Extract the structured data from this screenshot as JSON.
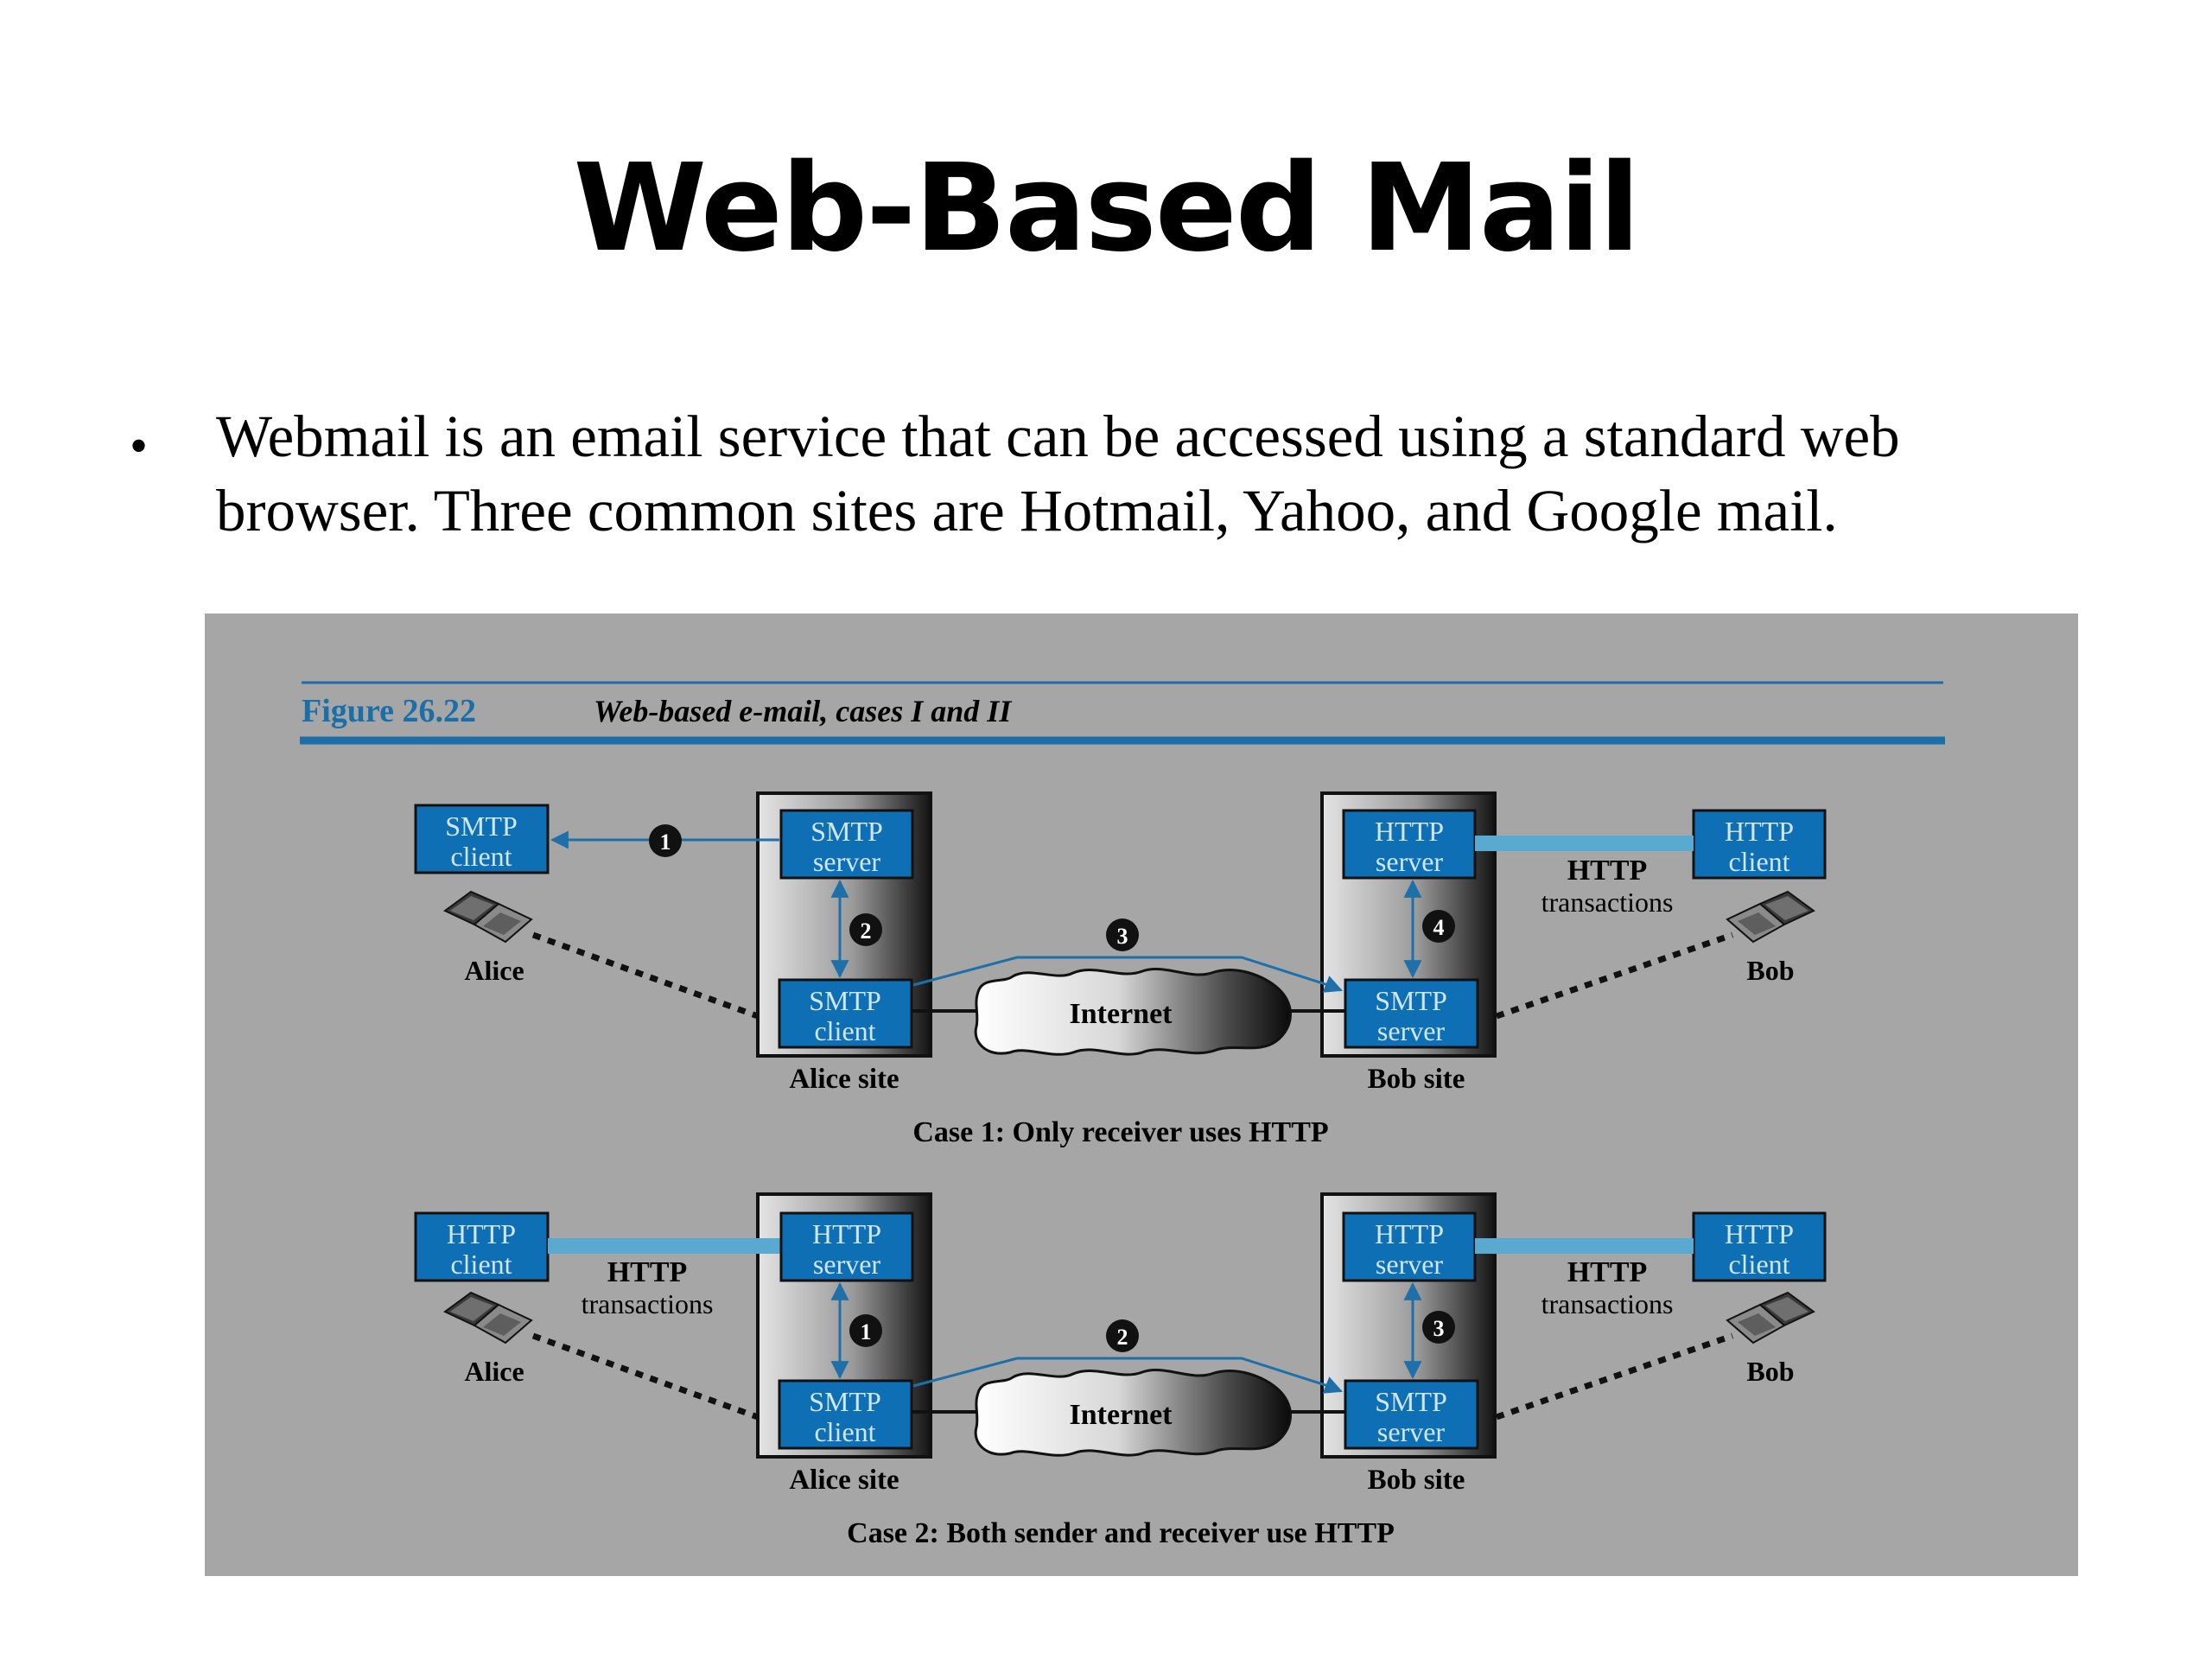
{
  "slide": {
    "title": "Web-Based Mail",
    "bullet": "Webmail is an email service that can be accessed using a standard web browser. Three common sites are Hotmail, Yahoo, and Google mail."
  },
  "figure": {
    "number": "Figure 26.22",
    "caption": "Web-based e-mail, cases I and II",
    "colors": {
      "panel_background": "#a6a6a6",
      "box_fill": "#0f6fb5",
      "box_text": "#cfe6f5",
      "rule_line": "#1a6fa8",
      "http_bar": "#5aa9d1",
      "arrow": "#1f6fa8",
      "badge": "#111111"
    },
    "case1": {
      "caption": "Case 1: Only receiver uses HTTP",
      "alice_box": [
        "SMTP",
        "client"
      ],
      "alice_label": "Alice",
      "alice_site_label": "Alice site",
      "alice_site_top": [
        "SMTP",
        "server"
      ],
      "alice_site_bottom": [
        "SMTP",
        "client"
      ],
      "internet_label": "Internet",
      "bob_site_label": "Bob site",
      "bob_site_top": [
        "HTTP",
        "server"
      ],
      "bob_site_bottom": [
        "SMTP",
        "server"
      ],
      "bob_box": [
        "HTTP",
        "client"
      ],
      "bob_label": "Bob",
      "transactions_label": [
        "HTTP",
        "transactions"
      ],
      "step_numbers": [
        "1",
        "2",
        "3",
        "4"
      ]
    },
    "case2": {
      "caption": "Case 2: Both sender and receiver use HTTP",
      "alice_box": [
        "HTTP",
        "client"
      ],
      "alice_label": "Alice",
      "alice_site_label": "Alice site",
      "alice_site_top": [
        "HTTP",
        "server"
      ],
      "alice_site_bottom": [
        "SMTP",
        "client"
      ],
      "internet_label": "Internet",
      "bob_site_label": "Bob site",
      "bob_site_top": [
        "HTTP",
        "server"
      ],
      "bob_site_bottom": [
        "SMTP",
        "server"
      ],
      "bob_box": [
        "HTTP",
        "client"
      ],
      "bob_label": "Bob",
      "alice_transactions_label": [
        "HTTP",
        "transactions"
      ],
      "bob_transactions_label": [
        "HTTP",
        "transactions"
      ],
      "step_numbers": [
        "1",
        "2",
        "3"
      ]
    }
  }
}
